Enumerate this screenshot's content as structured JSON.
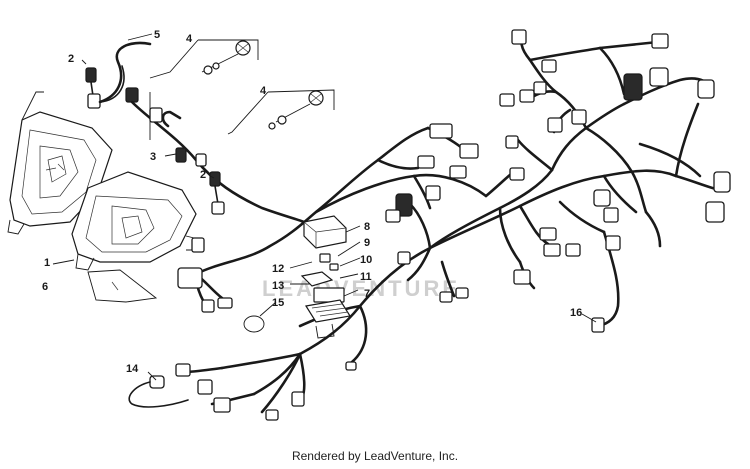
{
  "diagram": {
    "callouts": [
      {
        "id": "c1",
        "label": "1"
      },
      {
        "id": "c2a",
        "label": "2"
      },
      {
        "id": "c2b",
        "label": "2"
      },
      {
        "id": "c3",
        "label": "3"
      },
      {
        "id": "c4a",
        "label": "4"
      },
      {
        "id": "c4b",
        "label": "4"
      },
      {
        "id": "c5",
        "label": "5"
      },
      {
        "id": "c6",
        "label": "6"
      },
      {
        "id": "c7",
        "label": "7"
      },
      {
        "id": "c8",
        "label": "8"
      },
      {
        "id": "c9",
        "label": "9"
      },
      {
        "id": "c10",
        "label": "10"
      },
      {
        "id": "c11",
        "label": "11"
      },
      {
        "id": "c12",
        "label": "12"
      },
      {
        "id": "c13",
        "label": "13"
      },
      {
        "id": "c14",
        "label": "14"
      },
      {
        "id": "c15",
        "label": "15"
      },
      {
        "id": "c16",
        "label": "16"
      }
    ],
    "watermark": "LEADVENTURE",
    "footer": "Rendered by LeadVenture, Inc."
  }
}
